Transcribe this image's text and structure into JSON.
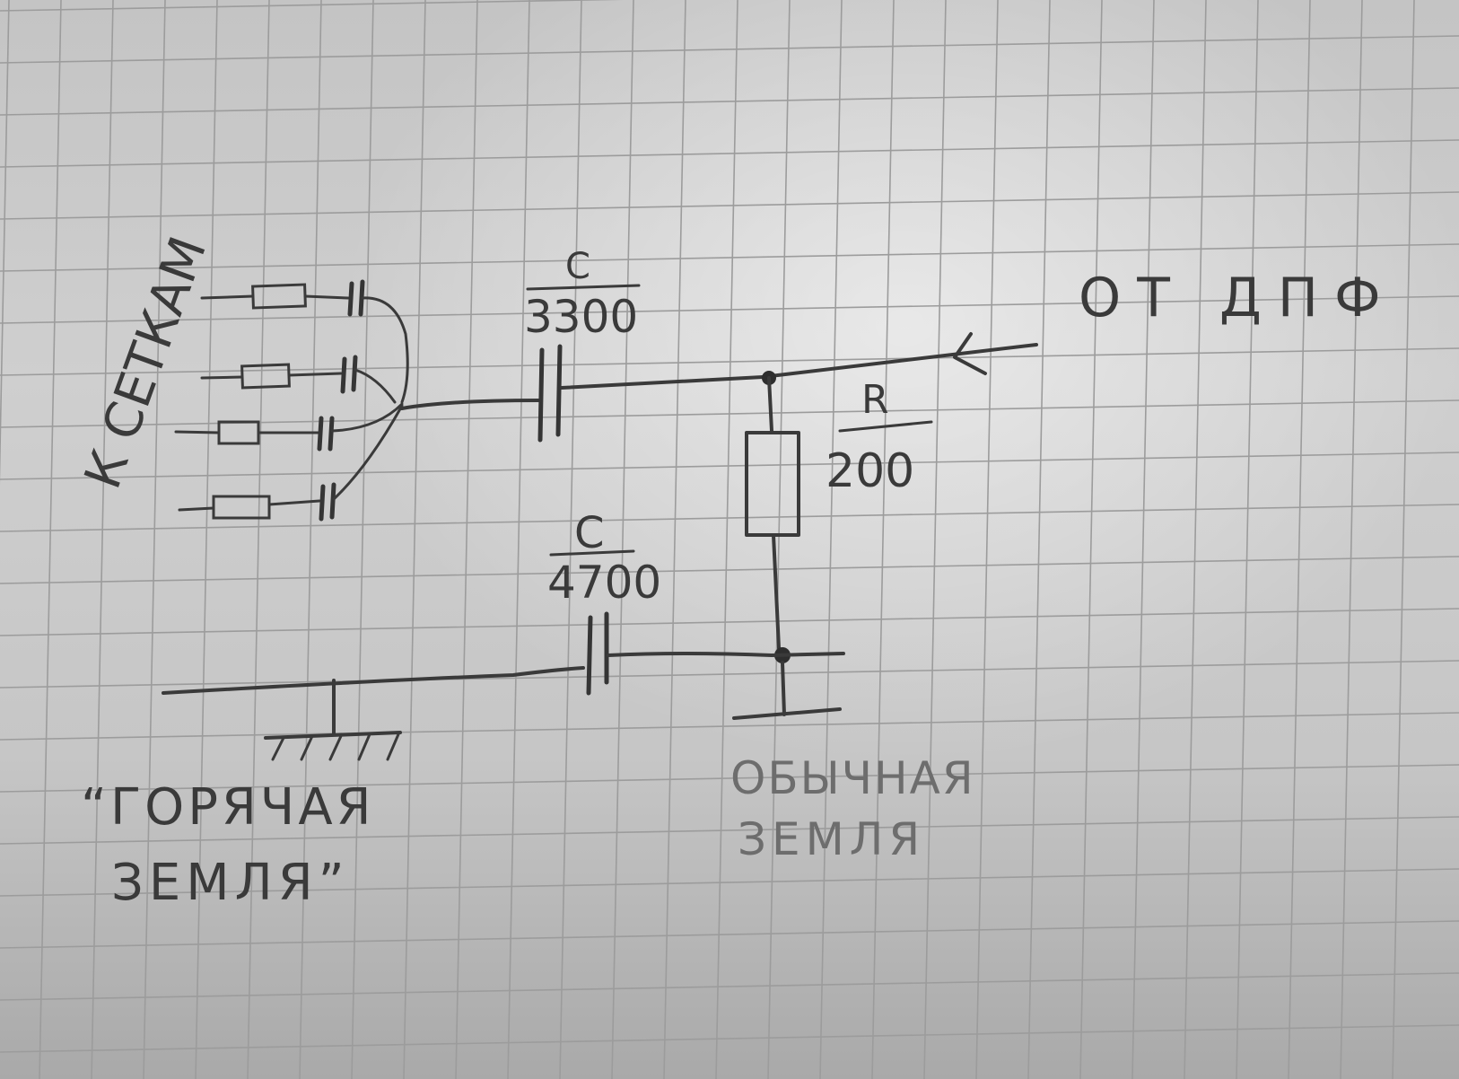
{
  "labels": {
    "to_grids": "К СЕТКАМ",
    "from_bpf": "ОТ ДПФ",
    "c1_name": "C",
    "c1_value": "3300",
    "r_name": "R",
    "r_value": "200",
    "c2_name": "C",
    "c2_value": "4700",
    "hot_ground_line1": "“ГОРЯЧАЯ",
    "hot_ground_line2": "ЗЕМЛЯ”",
    "normal_ground_line1": "ОБЫЧНАЯ",
    "normal_ground_line2": "ЗЕМЛЯ"
  },
  "colors": {
    "ink": "#3a3a3a",
    "paper": "#cfcfcf",
    "grid": "#9c9c9c"
  }
}
